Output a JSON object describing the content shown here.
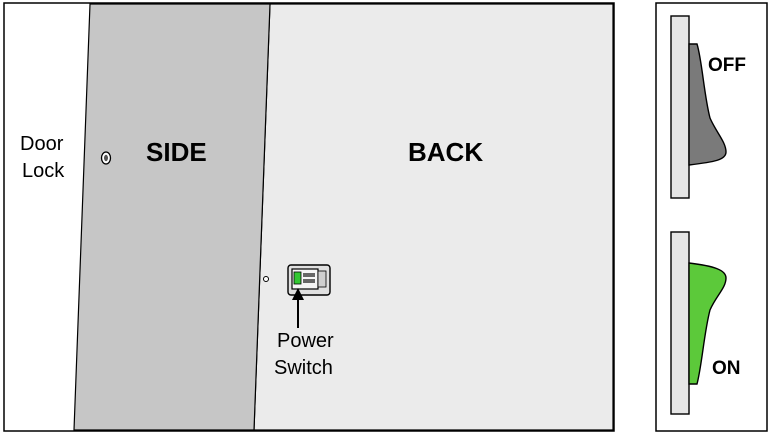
{
  "diagram": {
    "labels": {
      "door_lock_line1": "Door",
      "door_lock_line2": "Lock",
      "side": "SIDE",
      "back": "BACK",
      "power_switch_line1": "Power",
      "power_switch_line2": "Switch"
    },
    "switch_states": {
      "off": "OFF",
      "on": "ON"
    },
    "colors": {
      "side_panel": "#c6c6c6",
      "back_panel": "#ebebeb",
      "rocker_off": "#7a7a7a",
      "rocker_on": "#5cc93a",
      "switch_led": "#32c832",
      "outline": "#000000"
    }
  }
}
